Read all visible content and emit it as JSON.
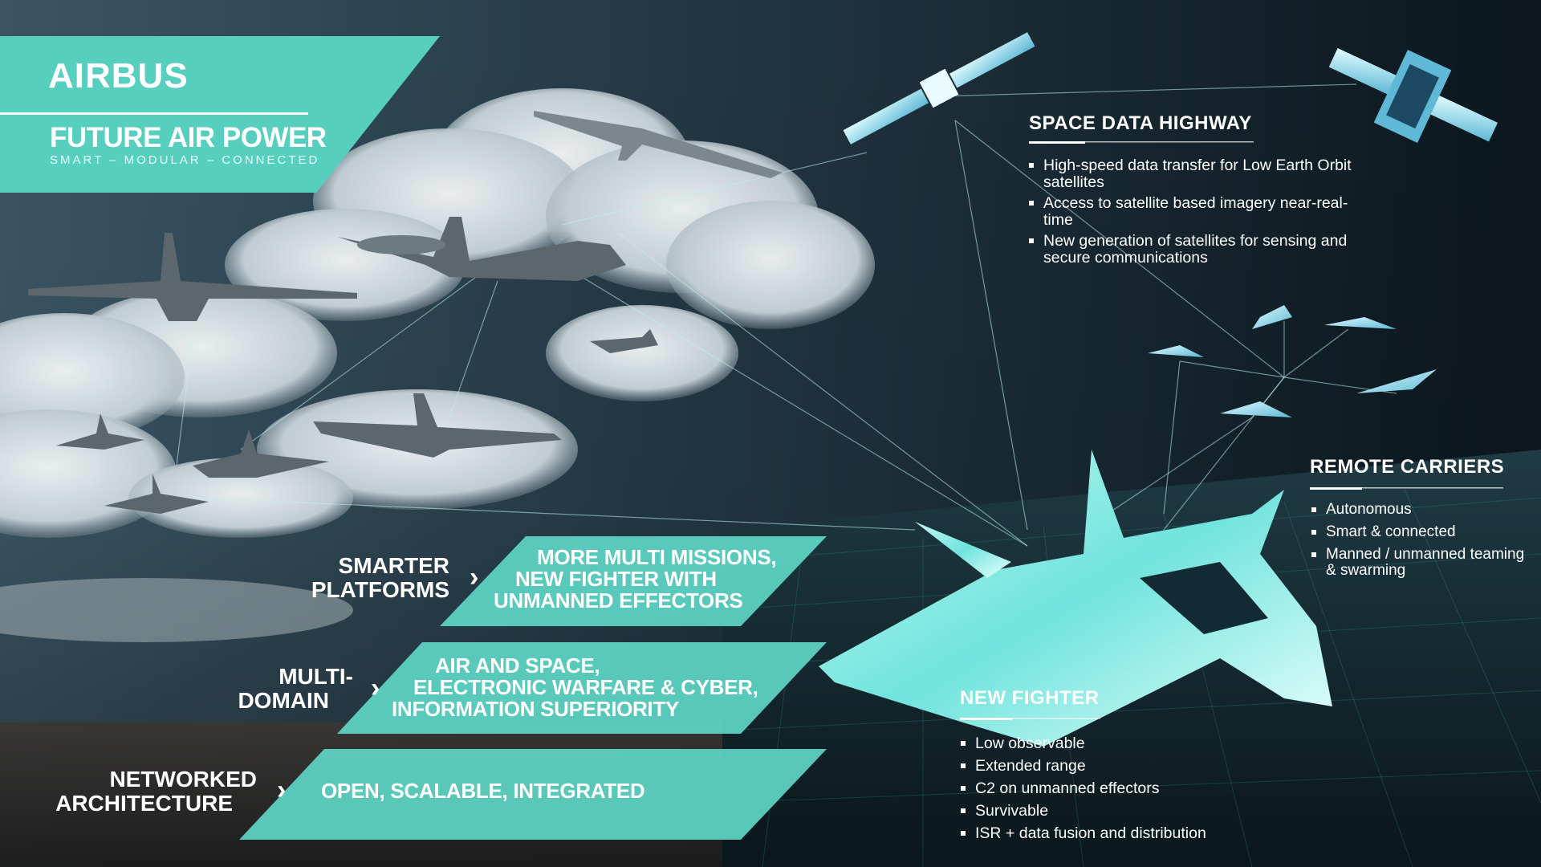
{
  "brand": "AIRBUS",
  "header": {
    "title": "FUTURE AIR POWER",
    "subtitle": "SMART – MODULAR – CONNECTED"
  },
  "space_data_highway": {
    "title": "SPACE DATA HIGHWAY",
    "bullets": [
      "High-speed data transfer for Low Earth Orbit satellites",
      "Access to satellite based imagery near-real-time",
      "New generation of satellites for sensing and secure communications"
    ]
  },
  "remote_carriers": {
    "title": "REMOTE CARRIERS",
    "bullets": [
      "Autonomous",
      "Smart & connected",
      "Manned / unmanned teaming & swarming"
    ]
  },
  "new_fighter": {
    "title": "NEW FIGHTER",
    "bullets": [
      "Low observable",
      "Extended range",
      "C2 on unmanned effectors",
      "Survivable",
      "ISR + data fusion and distribution"
    ]
  },
  "rows": [
    {
      "label_line1": "SMARTER",
      "label_line2": "PLATFORMS",
      "text_line1": "MORE MULTI MISSIONS,",
      "text_line2": "NEW FIGHTER WITH",
      "text_line3": "UNMANNED EFFECTORS"
    },
    {
      "label_line1": "MULTI-",
      "label_line2": "DOMAIN",
      "text_line1": "AIR AND SPACE,",
      "text_line2": "ELECTRONIC WARFARE & CYBER,",
      "text_line3": "INFORMATION SUPERIORITY"
    },
    {
      "label_line1": "NETWORKED",
      "label_line2": "ARCHITECTURE",
      "text_line1": "OPEN, SCALABLE, INTEGRATED"
    }
  ],
  "colors": {
    "accent_teal": "#4fd3c0",
    "band_teal": "#5ed6c6",
    "sky_dark": "#14232c",
    "cloud": "#e9eef1",
    "ocean_teal": "#1a3a44",
    "fighter_glow": "#7ff2ec"
  }
}
